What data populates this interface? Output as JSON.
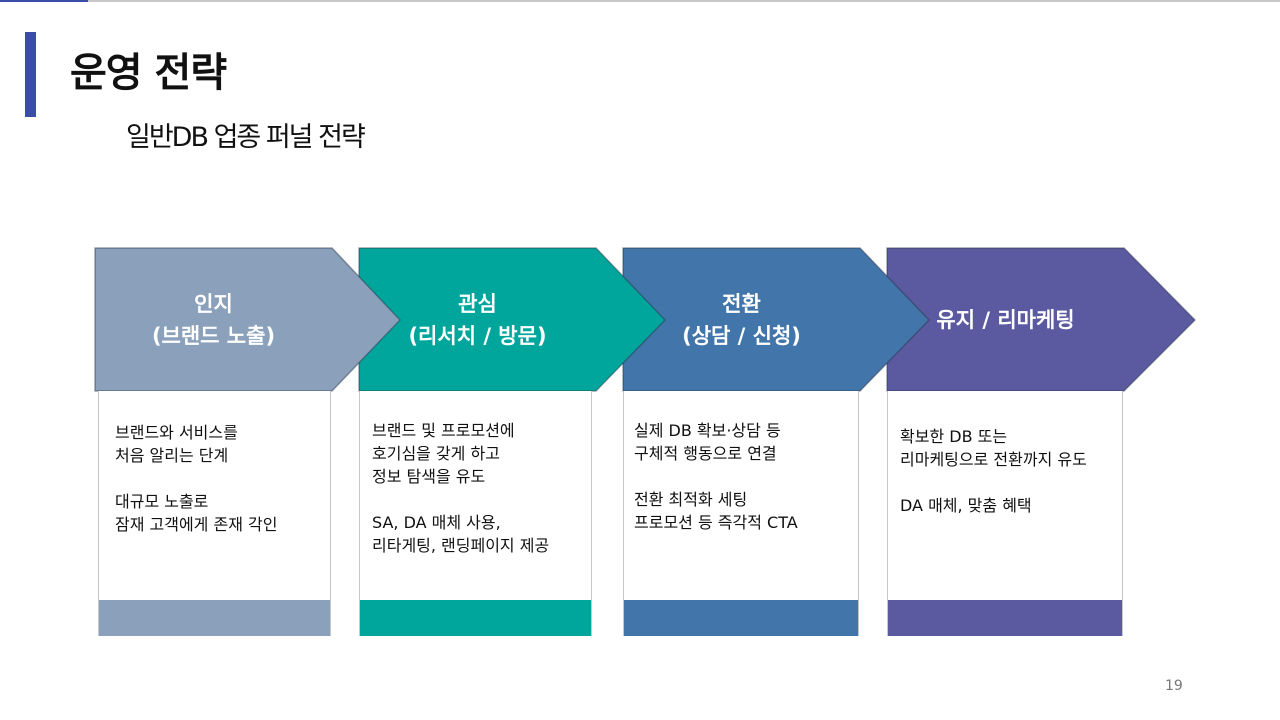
{
  "header": {
    "title": "운영 전략",
    "subtitle": "일반DB 업종 퍼널 전략"
  },
  "stages": [
    {
      "label": "인지\n(브랜드 노출)",
      "description": "브랜드와 서비스를\n처음 알리는 단계\n\n대규모 노출로\n잠재 고객에게 존재 각인",
      "color": "#8aa0bb"
    },
    {
      "label": "관심\n(리서치 / 방문)",
      "description": "브랜드 및 프로모션에\n호기심을 갖게 하고\n정보 탐색을 유도\n\nSA, DA 매체 사용,\n리타게팅, 랜딩페이지 제공",
      "color": "#00a69c"
    },
    {
      "label": "전환\n(상담 / 신청)",
      "description": "실제 DB 확보·상담 등\n구체적 행동으로 연결\n\n전환 최적화 세팅\n 프로모션 등 즉각적 CTA",
      "color": "#4276aa"
    },
    {
      "label": "유지 / 리마케팅",
      "description": "확보한 DB 또는\n리마케팅으로 전환까지 유도\n\nDA 매체, 맞춤 혜택",
      "color": "#5b5aa0"
    }
  ],
  "page_number": "19"
}
